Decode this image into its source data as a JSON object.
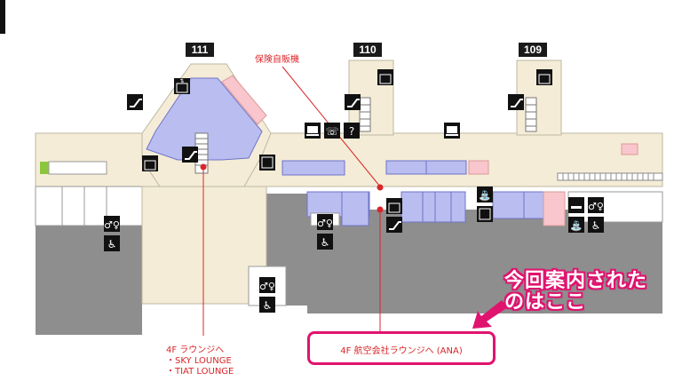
{
  "gates": [
    "111",
    "110",
    "109"
  ],
  "labels": {
    "insurance_vending": "保険自販機",
    "sky_lounge_line1": "4F ラウンジへ",
    "sky_lounge_line2": "・SKY LOUNGE",
    "sky_lounge_line3": "・TIAT LOUNGE",
    "ana_lounge": "4F 航空会社ラウンジへ (ANA)",
    "note_line1": "今回案内された",
    "note_line2": "のはここ"
  },
  "colors": {
    "concourse": "#f4ecd6",
    "shop": "#b9bdf0",
    "wall_dark": "#8e8e8e",
    "marker": "#d9262a",
    "accent_pink": "#e0136f",
    "restricted_pink": "#f8c6cc",
    "green_block": "#8cc63f"
  },
  "icons": [
    "escalator-icon",
    "elevator-icon",
    "restroom-icon",
    "wheelchair-icon",
    "pc-icon",
    "phone-icon",
    "info-icon",
    "atm-icon",
    "smoking-icon",
    "water-icon"
  ]
}
